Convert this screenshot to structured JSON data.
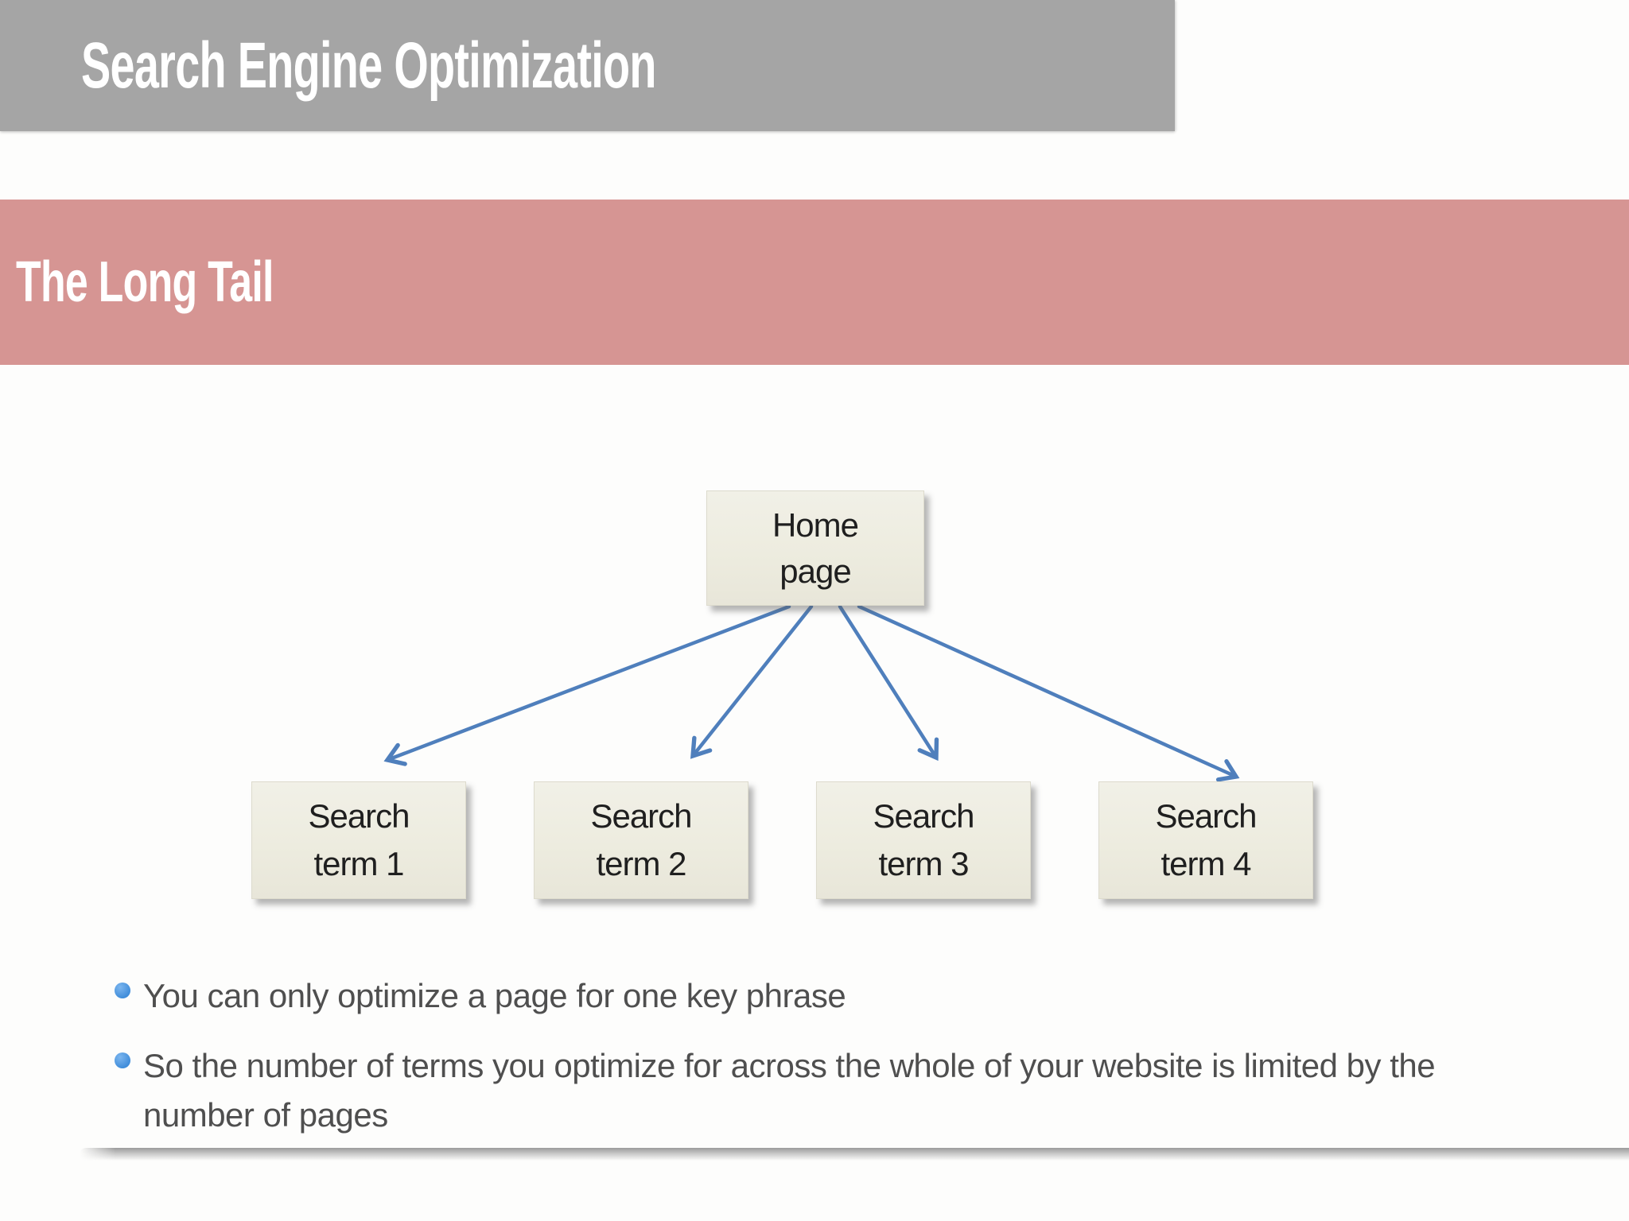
{
  "header": {
    "title": "Search Engine Optimization"
  },
  "section": {
    "title": "The Long Tail"
  },
  "diagram": {
    "root": {
      "label": "Home page",
      "line1": "Home",
      "line2": "page"
    },
    "children": [
      {
        "label": "Search term 1",
        "line1": "Search",
        "line2": "term 1"
      },
      {
        "label": "Search term 2",
        "line1": "Search",
        "line2": "term 2"
      },
      {
        "label": "Search term 3",
        "line1": "Search",
        "line2": "term 3"
      },
      {
        "label": "Search term 4",
        "line1": "Search",
        "line2": "term 4"
      }
    ]
  },
  "bullets": [
    {
      "text": "You can only optimize a page for one key phrase"
    },
    {
      "text": "So the number of terms you optimize for across the whole of your website is limited by the number of pages"
    }
  ],
  "colors": {
    "header_bar": "#a5a5a5",
    "section_bar": "#d69593",
    "box_fill": "#edecdf",
    "arrow": "#4f7fbc",
    "bullet_dot": "#3d8bd9",
    "body_text": "#4f4f4f"
  }
}
